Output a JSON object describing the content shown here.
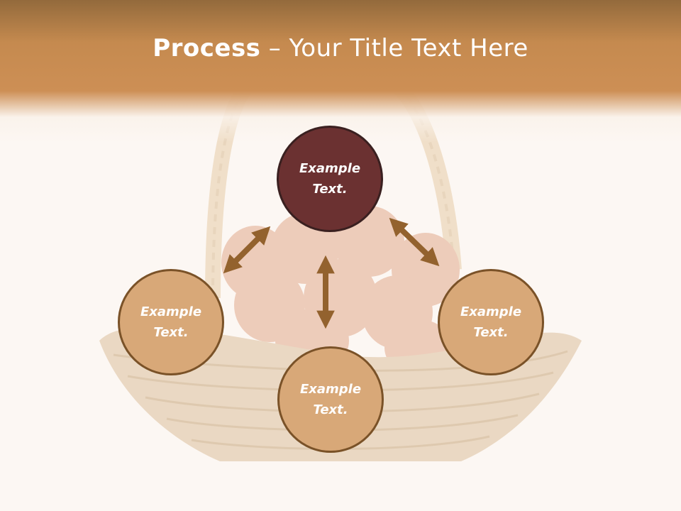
{
  "slide": {
    "title_bold": "Process",
    "title_rest": " – Your Title Text Here"
  },
  "diagram": {
    "center_node": "Example\nText.",
    "left_node": "Example\nText.",
    "right_node": "Example\nText.",
    "bottom_node": "Example\nText."
  },
  "colors": {
    "header": "#cd8f55",
    "dark_node": "#6b3131",
    "light_node": "#d8a878",
    "arrow": "#93622e",
    "background": "#fcf7f3"
  }
}
